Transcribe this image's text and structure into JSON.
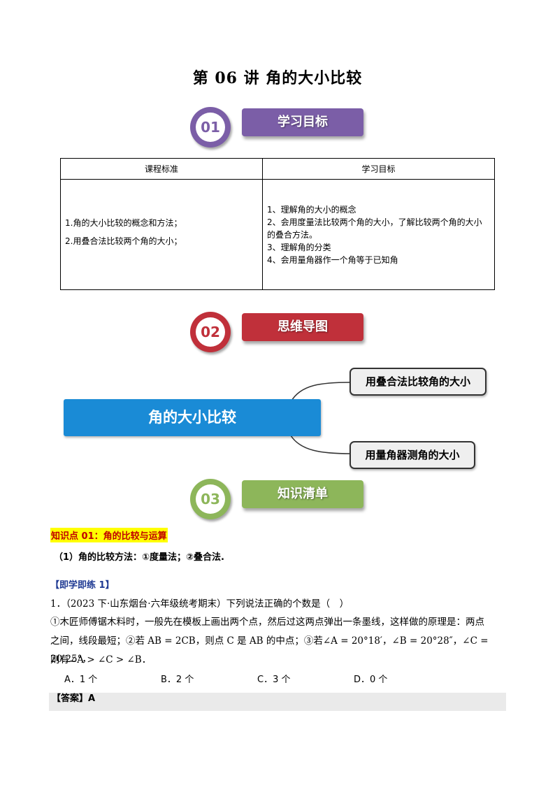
{
  "title": "第 06 讲  角的大小比较",
  "sections": [
    {
      "num": "01",
      "label": "学习目标",
      "color": "#7b5ea7"
    },
    {
      "num": "02",
      "label": "思维导图",
      "color": "#c0303a"
    },
    {
      "num": "03",
      "label": "知识清单",
      "color": "#8db65a"
    }
  ],
  "goals_table": {
    "headers": [
      "课程标准",
      "学习目标"
    ],
    "left": [
      "1.角的大小比较的概念和方法；",
      "2.用叠合法比较两个角的大小；"
    ],
    "right": [
      "1、理解角的大小的概念",
      "2、会用度量法比较两个角的大小，了解比较两个角的大小的叠合方法。",
      "3、理解角的分类",
      "4、会用量角器作一个角等于已知角"
    ]
  },
  "mindmap": {
    "center": "角的大小比较",
    "branches": [
      "用叠合法比较角的大小",
      "用量角器测角的大小"
    ]
  },
  "knowledge": {
    "point_title": "知识点 01：角的比较与运算",
    "method_line": "（1）角的比较方法：①度量法；②叠合法."
  },
  "exercise": {
    "heading": "【即学即练 1】",
    "question_lines": [
      "1．（2023 下·山东烟台·六年级统考期末）下列说法正确的个数是（　）",
      "①木匠师傅锯木料时，一般先在模板上画出两个点，然后过这两点弹出一条墨线，这样做的原理是：两点",
      "之间，线段最短；②若 AB = 2CB，则点 C 是 AB 的中点；③若∠A = 20°18′，∠B = 20°28″，∠C = 20.25°，",
      "则有∠A > ∠C > ∠B．"
    ],
    "options": [
      "A．1 个",
      "B．2 个",
      "C．3 个",
      "D．0 个"
    ],
    "answer": "【答案】A"
  }
}
